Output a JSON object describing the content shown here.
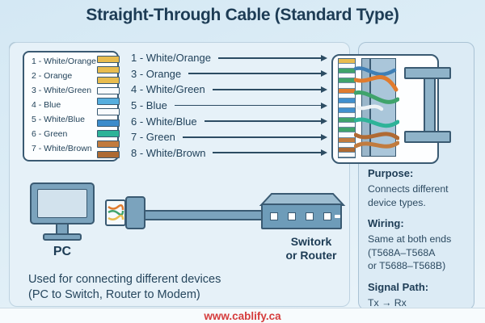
{
  "title": "Straight-Through Cable (Standard Type)",
  "left_box": {
    "items": [
      "1 - White/Orange",
      "2 - Orange",
      "3 - White/Green",
      "4 - Blue",
      "5 - White/Blue",
      "6 - Green",
      "7 - White/Brown"
    ],
    "swatches": [
      "#e8bc4f",
      "#e8bc4f",
      "#e8bc4f",
      "#f8fbfd",
      "#56aede",
      "#f8fbfd",
      "#3c8ccb",
      "#2eb398",
      "#c17b3e",
      "#ad6a33"
    ]
  },
  "middle_list": {
    "items": [
      "1 - White/Orange",
      "3 - Orange",
      "4 - White/Green",
      "5 - Blue",
      "6 - White/Blue",
      "7 - Green",
      "8 - White/Brown"
    ]
  },
  "connector": {
    "pin_stripes": [
      "#e8bc4f",
      "#f8fbfd",
      "#3fa36b",
      "#f8fbfd",
      "#3fa36b",
      "#f8fbfd",
      "#e07b2e",
      "#f8fbfd",
      "#4190ce",
      "#f8fbfd",
      "#4190ce",
      "#f8fbfd",
      "#3fa36b",
      "#f8fbfd",
      "#3fa36b",
      "#f8fbfd",
      "#c17b3e",
      "#f8fbfd",
      "#ad6a33",
      "#f8fbfd"
    ],
    "wire_colors": [
      "#3f7fb5",
      "#e07b2e",
      "#3fa36b",
      "#eef3f6",
      "#2eb398",
      "#b06a33",
      "#c17b3e"
    ]
  },
  "devices": {
    "pc_label": "PC",
    "switch_label": [
      "Switork",
      "or Router"
    ]
  },
  "info_panel": {
    "purpose_heading": "Purpose:",
    "purpose_lines": [
      "Connects different",
      "device types."
    ],
    "wiring_heading": "Wiring:",
    "wiring_lines": [
      "Same at both ends",
      "(T568A–T568A",
      "or T5688–T568B)"
    ],
    "signal_heading": "Signal Path:",
    "signal_text": "Tx → Rx"
  },
  "bottom_note": [
    "Used for connecting different devices",
    "(PC to Switch, Router to Modem)"
  ],
  "footer": {
    "url": "www.cablify.ca"
  },
  "accent_colors": {
    "title": "#1d3c55",
    "footer_red": "#d53c3c",
    "device_fill": "#6e9cb9",
    "outline": "#3a5a72"
  }
}
